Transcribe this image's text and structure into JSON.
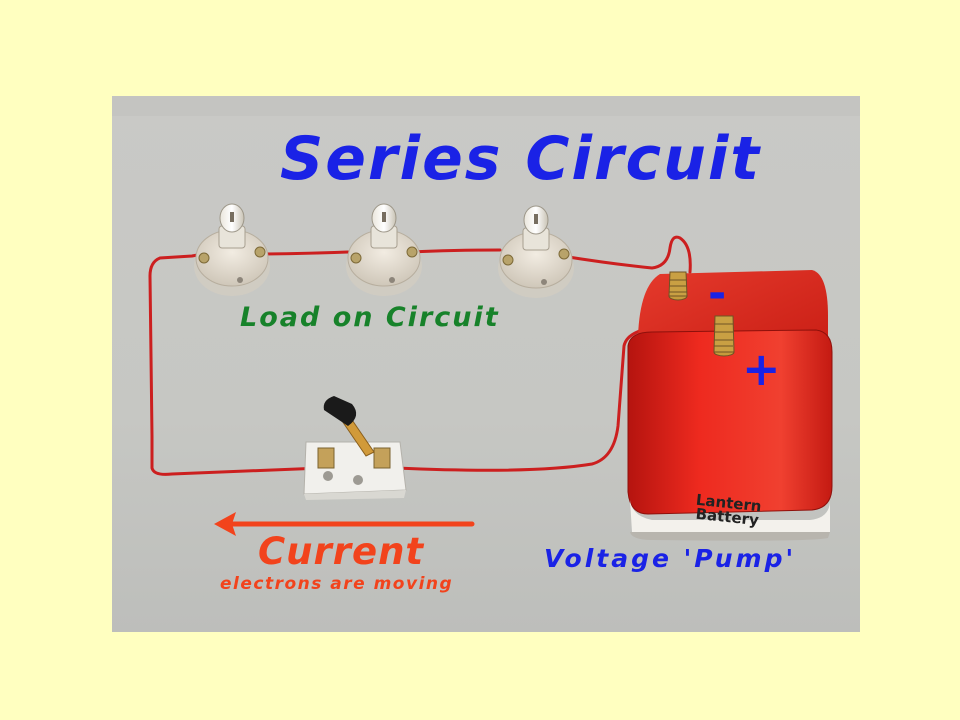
{
  "title": "Series Circuit",
  "load_label": "Load on Circuit",
  "current_label": "Current",
  "current_sub": "electrons are moving",
  "voltage_label": "Voltage 'Pump'",
  "battery": {
    "label_line1": "Lantern",
    "label_line2": "Battery",
    "neg_terminal": "-",
    "pos_terminal": "+"
  },
  "colors": {
    "background": "#ffffc0",
    "title": "#1a22e6",
    "load": "#17822a",
    "current": "#f2431c",
    "battery": "#e8261d",
    "wire": "#cc1f1f"
  },
  "icons": {
    "bulb": "light-bulb-icon",
    "switch": "knife-switch-icon",
    "battery": "battery-icon",
    "arrow": "arrow-left-icon"
  }
}
